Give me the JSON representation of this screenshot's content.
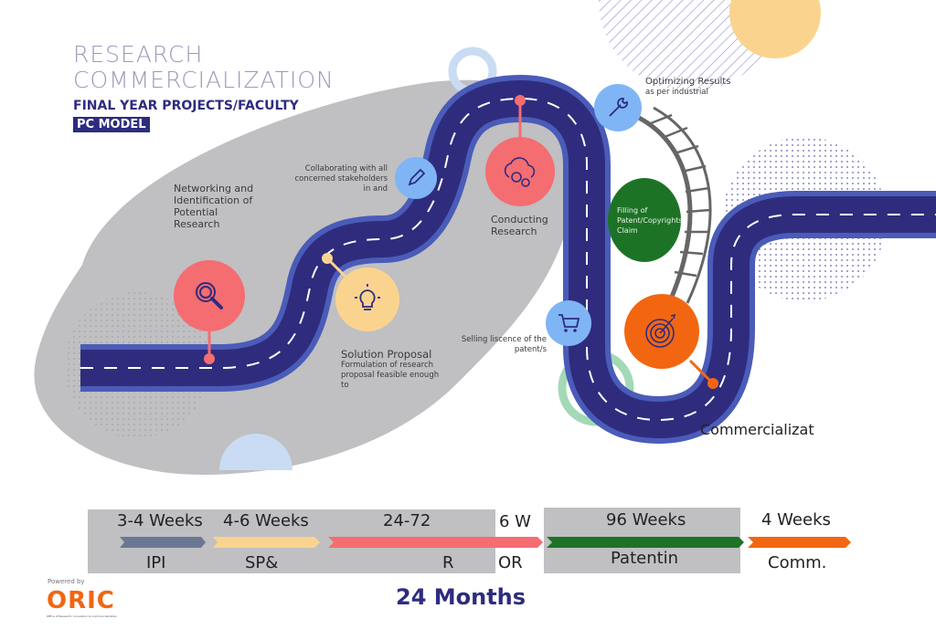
{
  "header": {
    "title_line1": "RESEARCH",
    "title_line2": "COMMERCIALIZATION",
    "subtitle": "FINAL YEAR PROJECTS/FACULTY",
    "badge": "PC MODEL"
  },
  "stages": {
    "networking": {
      "label": "Networking and Identification of Potential Research",
      "icon": "magnifier-icon",
      "color": "#f46d71"
    },
    "solution": {
      "title": "Solution Proposal",
      "desc": "Formulation of research proposal feasible enough to",
      "icon": "lightbulb-icon",
      "color": "#fad48f"
    },
    "collaborating": {
      "label": "Collaborating with all concerned stakeholders in and",
      "icon": "pencil-icon",
      "color": "#7fb5f5"
    },
    "conducting": {
      "label": "Conducting Research",
      "icon": "cloud-gears-icon",
      "color": "#f46d71"
    },
    "optimizing": {
      "title": "Optimizing Results",
      "desc": "as per industrial",
      "icon": "wrench-icon",
      "color": "#7fb5f5"
    },
    "filling": {
      "label": "Filling of Patent/Copyrights Claim",
      "color": "#1d7325"
    },
    "selling": {
      "label": "Selling liscence of the patent/s",
      "icon": "cart-icon",
      "color": "#7fb5f5"
    },
    "commercialization": {
      "label": "Commercializat",
      "icon": "target-icon",
      "color": "#f26611"
    }
  },
  "timeline": {
    "segments": [
      {
        "top": "3-4 Weeks",
        "bottom": "IPI",
        "color": "#6a7893"
      },
      {
        "top": "4-6 Weeks",
        "bottom": "SP&",
        "color": "#fad48f"
      },
      {
        "top": "24-72",
        "bottom": "R",
        "color": "#f46d71"
      },
      {
        "top": "6 W",
        "bottom": "OR",
        "color": "#f46d71"
      },
      {
        "top": "96 Weeks",
        "bottom": "Patentin",
        "color": "#1d7325"
      },
      {
        "top": "4 Weeks",
        "bottom": "Comm.",
        "color": "#f26611"
      }
    ],
    "total": "24 Months"
  },
  "footer": {
    "powered_by": "Powered by",
    "logo": "ORIC",
    "logo_sub": "Office of Research, Innovation & Commercialization"
  }
}
